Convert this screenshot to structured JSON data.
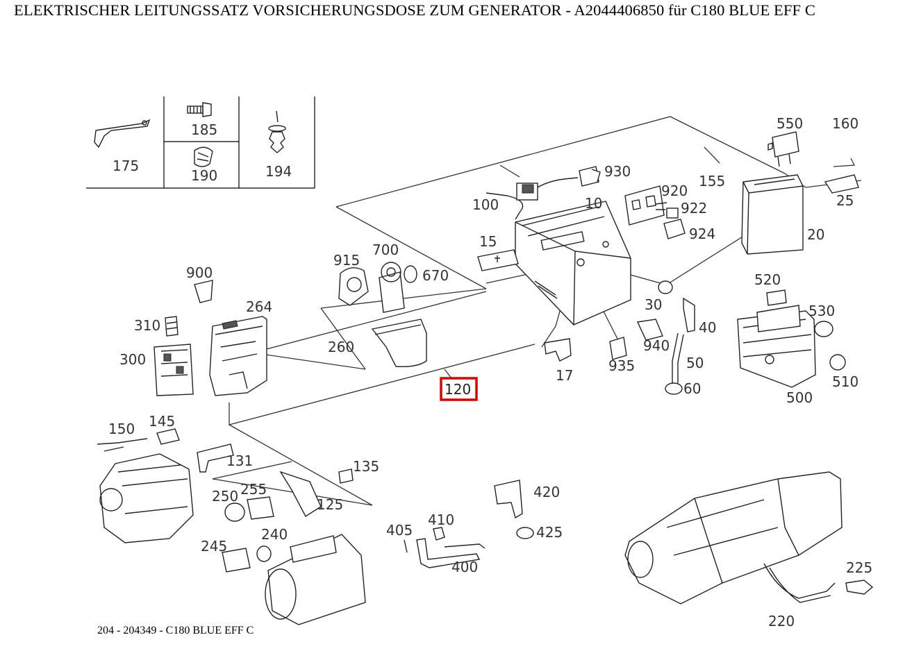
{
  "header": {
    "title": "ELEKTRISCHER LEITUNGSSATZ VORSICHERUNGSDOSE ZUM GENERATOR - A2044406850 für C180 BLUE EFF C"
  },
  "footer": {
    "text": "204 - 204349 - C180 BLUE EFF C"
  },
  "highlight": {
    "part": "120",
    "color": "#e00000"
  },
  "inset_table": {
    "cells": [
      "175",
      "185",
      "190",
      "194"
    ]
  },
  "parts": [
    "550",
    "160",
    "155",
    "25",
    "930",
    "920",
    "922",
    "924",
    "20",
    "100",
    "10",
    "15",
    "915",
    "700",
    "670",
    "900",
    "264",
    "310",
    "300",
    "260",
    "30",
    "40",
    "940",
    "935",
    "17",
    "50",
    "60",
    "520",
    "530",
    "500",
    "510",
    "120",
    "150",
    "145",
    "131",
    "135",
    "250",
    "255",
    "125",
    "245",
    "240",
    "410",
    "405",
    "400",
    "420",
    "425",
    "225",
    "220"
  ]
}
